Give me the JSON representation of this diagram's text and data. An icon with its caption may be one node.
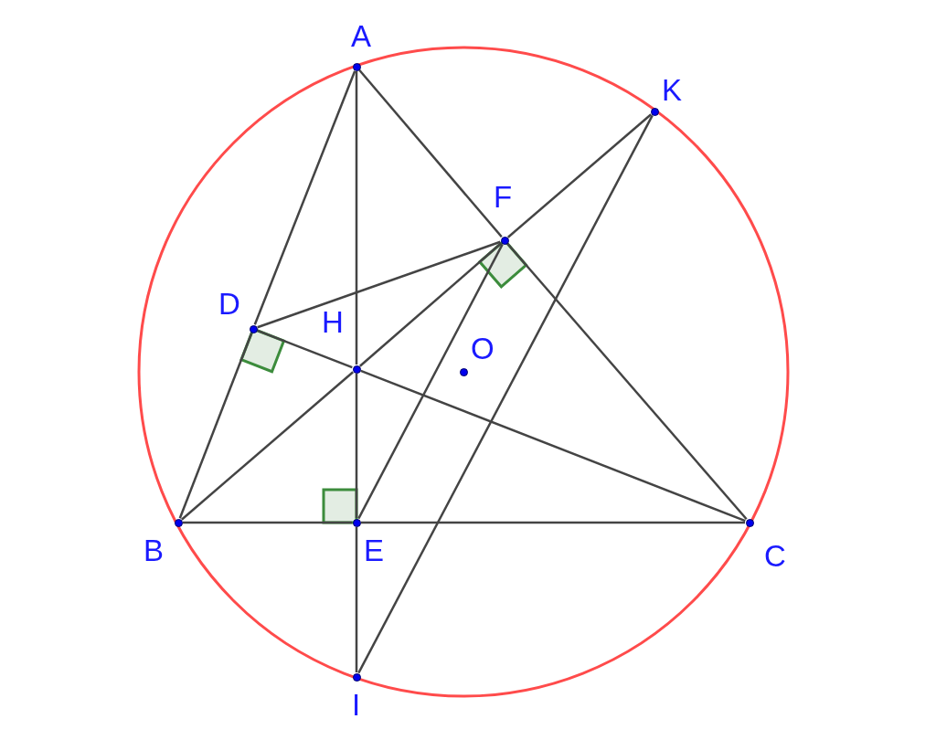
{
  "diagram": {
    "nodes": [
      {
        "text": [
          "A"
        ]
      },
      {
        "text": [
          "K"
        ]
      },
      {
        "text": [
          "F"
        ]
      },
      {
        "text": [
          "D"
        ]
      },
      {
        "text": [
          "H"
        ]
      },
      {
        "text": [
          "O"
        ]
      },
      {
        "text": [
          "B"
        ]
      },
      {
        "text": [
          "E"
        ]
      },
      {
        "text": [
          "C"
        ]
      },
      {
        "text": [
          "I"
        ]
      }
    ],
    "edges": [
      {
        "from": 0,
        "to": 3,
        "arrow": "none"
      },
      {
        "from": 3,
        "to": 6,
        "arrow": "none"
      },
      {
        "from": 0,
        "to": 4,
        "arrow": "none"
      },
      {
        "from": 4,
        "to": 7,
        "arrow": "none"
      },
      {
        "from": 7,
        "to": 9,
        "arrow": "none"
      },
      {
        "from": 0,
        "to": 2,
        "arrow": "none"
      },
      {
        "from": 2,
        "to": 8,
        "arrow": "none"
      },
      {
        "from": 6,
        "to": 7,
        "arrow": "none"
      },
      {
        "from": 7,
        "to": 8,
        "arrow": "none"
      },
      {
        "from": 6,
        "to": 4,
        "arrow": "none"
      },
      {
        "from": 4,
        "to": 2,
        "arrow": "none"
      },
      {
        "from": 2,
        "to": 1,
        "arrow": "none"
      },
      {
        "from": 3,
        "to": 4,
        "arrow": "none"
      },
      {
        "from": 4,
        "to": 8,
        "arrow": "none"
      },
      {
        "from": 3,
        "to": 2,
        "arrow": "none"
      },
      {
        "from": 7,
        "to": 2,
        "arrow": "none"
      },
      {
        "from": 1,
        "to": 9,
        "arrow": "none"
      }
    ]
  }
}
